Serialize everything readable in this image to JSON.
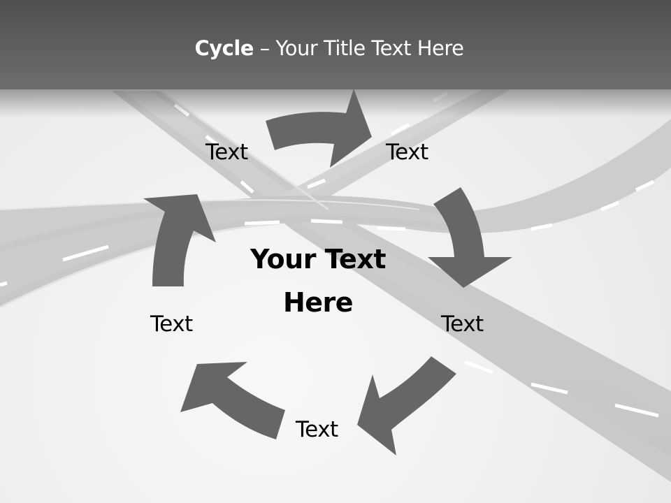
{
  "slide": {
    "title_bold": "Cycle",
    "title_rest": " – Your Title Text Here",
    "center_text_line1": "Your Text",
    "center_text_line2": "Here",
    "colors": {
      "title_bar": "#555555",
      "arrow": "#666666",
      "road": "#cccccc",
      "lane_marking": "#ffffff",
      "background": "#f2f2f2"
    }
  },
  "cycle": {
    "steps": [
      {
        "label": "Text",
        "position": "top-left"
      },
      {
        "label": "Text",
        "position": "top-right"
      },
      {
        "label": "Text",
        "position": "right"
      },
      {
        "label": "Text",
        "position": "bottom"
      },
      {
        "label": "Text",
        "position": "left"
      }
    ],
    "arrows": [
      {
        "icon": "curved-arrow-right-icon",
        "from": "top-left",
        "to": "top-right"
      },
      {
        "icon": "curved-arrow-down-icon",
        "from": "top-right",
        "to": "right"
      },
      {
        "icon": "curved-arrow-down-left-icon",
        "from": "right",
        "to": "bottom"
      },
      {
        "icon": "curved-arrow-up-left-icon",
        "from": "bottom",
        "to": "left"
      },
      {
        "icon": "curved-arrow-up-icon",
        "from": "left",
        "to": "top-left"
      }
    ]
  }
}
